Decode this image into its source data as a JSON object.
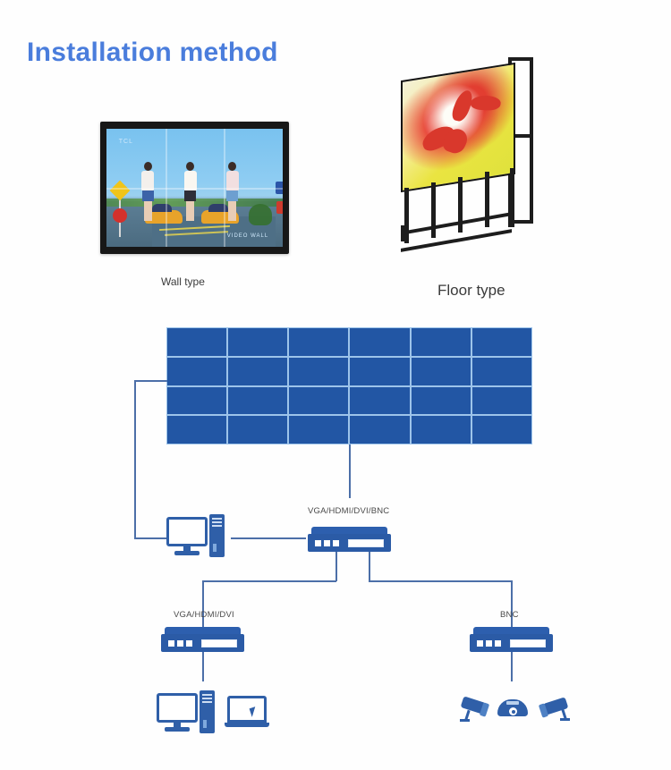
{
  "page": {
    "title": "Installation method",
    "title_color": "#4a7ddc",
    "background": "#fefefe"
  },
  "photos": {
    "wall": {
      "caption": "Wall type",
      "icon": "video-wall-3x2-photo",
      "bezel_color": "#171717",
      "screen_logo_top": "TCL",
      "screen_logo_bottom": "VIDEO WALL",
      "grid": "3 x 2"
    },
    "floor": {
      "caption": "Floor type",
      "icon": "video-wall-floor-stand-photo",
      "frame_color": "#1d1d1d",
      "screen_content": "red flower on yellow background"
    }
  },
  "diagram": {
    "videowall": {
      "name": "video-wall-grid",
      "columns": 6,
      "rows": 4,
      "panel_color": "#2256a4",
      "seam_color": "#9dc4ea",
      "panel_count": 24
    },
    "nodes": [
      {
        "id": "controller-pc",
        "type": "desktop-computer",
        "label": ""
      },
      {
        "id": "main-dvr",
        "type": "dvr-device",
        "label": "VGA/HDMI/DVI/BNC"
      },
      {
        "id": "left-dvr",
        "type": "dvr-device",
        "label": "VGA/HDMI/DVI"
      },
      {
        "id": "right-dvr",
        "type": "dvr-device",
        "label": "BNC"
      },
      {
        "id": "output-desktop",
        "type": "desktop-computer",
        "label": ""
      },
      {
        "id": "output-laptop",
        "type": "laptop-computer",
        "label": ""
      },
      {
        "id": "camera-bullet-left",
        "type": "bullet-camera",
        "label": ""
      },
      {
        "id": "camera-dome",
        "type": "dome-camera",
        "label": ""
      },
      {
        "id": "camera-bullet-right",
        "type": "bullet-camera",
        "label": ""
      }
    ],
    "labels": {
      "main_dvr": "VGA/HDMI/DVI/BNC",
      "left_dvr": "VGA/HDMI/DVI",
      "right_dvr": "BNC"
    },
    "line_color": "#4c6fa8",
    "icon_color": "#2f5fa8"
  }
}
